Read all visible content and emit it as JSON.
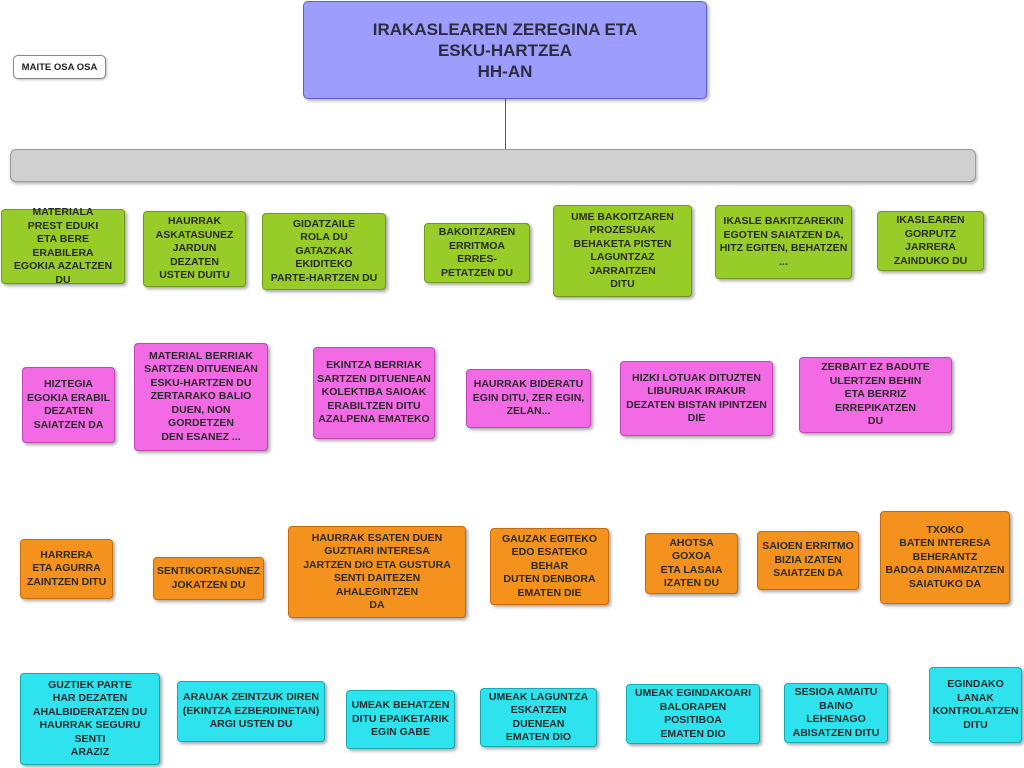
{
  "title": "IRAKASLEAREN ZEREGINA ETA\nESKU-HARTZEA\nHH-AN",
  "author": "MAITE OSA OSA",
  "rows": [
    {
      "color": "#98cc28",
      "boxes": [
        "MATERIALA\nPREST EDUKI\nETA BERE ERABILERA\nEGOKIA AZALTZEN DU",
        "HAURRAK\nASKATASUNEZ\nJARDUN DEZATEN\nUSTEN DUITU",
        "GIDATZAILE\nROLA DU\nGATAZKAK EKIDITEKO\nPARTE-HARTZEN DU",
        "BAKOITZAREN\nERRITMOA ERRES-\nPETATZEN DU",
        "UME BAKOITZAREN\nPROZESUAK\nBEHAKETA PISTEN\nLAGUNTZAZ JARRAITZEN\nDITU",
        "IKASLE BAKITZAREKIN\nEGOTEN SAIATZEN DA,\nHITZ EGITEN, BEHATZEN\n...",
        "IKASLEAREN\nGORPUTZ JARRERA\nZAINDUKO DU"
      ]
    },
    {
      "color": "#f26be4",
      "boxes": [
        "HIZTEGIA\nEGOKIA ERABIL\nDEZATEN\nSAIATZEN DA",
        "MATERIAL BERRIAK\nSARTZEN DITUENEAN\nESKU-HARTZEN DU\nZERTARAKO BALIO\nDUEN, NON GORDETZEN\nDEN ESANEZ ...",
        "EKINTZA BERRIAK\nSARTZEN DITUENEAN\nKOLEKTIBA SAIOAK\nERABILTZEN DITU\nAZALPENA EMATEKO",
        "HAURRAK BIDERATU\nEGIN DITU, ZER EGIN,\nZELAN...",
        "HIZKI LOTUAK DITUZTEN\nLIBURUAK IRAKUR\nDEZATEN BISTAN IPINTZEN\nDIE",
        "ZERBAIT EZ BADUTE\nULERTZEN BEHIN\nETA BERRIZ ERREPIKATZEN\nDU"
      ]
    },
    {
      "color": "#f5921e",
      "boxes": [
        "HARRERA\nETA AGURRA\nZAINTZEN DITU",
        "SENTIKORTASUNEZ\nJOKATZEN DU",
        "HAURRAK ESATEN DUEN\nGUZTIARI INTERESA\nJARTZEN DIO ETA GUSTURA\nSENTI DAITEZEN AHALEGINTZEN\nDA",
        "GAUZAK EGITEKO\nEDO ESATEKO BEHAR\nDUTEN DENBORA\nEMATEN DIE",
        "AHOTSA GOXOA\nETA LASAIA\nIZATEN DU",
        "SAIOEN ERRITMO\nBIZIA IZATEN\nSAIATZEN DA",
        "TXOKO\nBATEN INTERESA\nBEHERANTZ\nBADOA DINAMIZATZEN\nSAIATUKO DA"
      ]
    },
    {
      "color": "#2ee2ee",
      "boxes": [
        "GUZTIEK PARTE\nHAR DEZATEN\nAHALBIDERATZEN DU\nHAURRAK SEGURU SENTI\nARAZIZ",
        "ARAUAK ZEINTZUK DIREN\n(EKINTZA EZBERDINETAN)\nARGI USTEN DU",
        "UMEAK BEHATZEN\nDITU EPAIKETARIK\nEGIN GABE",
        "UMEAK LAGUNTZA\nESKATZEN DUENEAN\nEMATEN DIO",
        "UMEAK EGINDAKOARI\nBALORAPEN POSITIBOA\nEMATEN DIO",
        "SESIOA AMAITU\nBAINO LEHENAGO\nABISATZEN DITU",
        "EGINDAKO\nLANAK\nKONTROLATZEN\nDITU"
      ]
    }
  ]
}
